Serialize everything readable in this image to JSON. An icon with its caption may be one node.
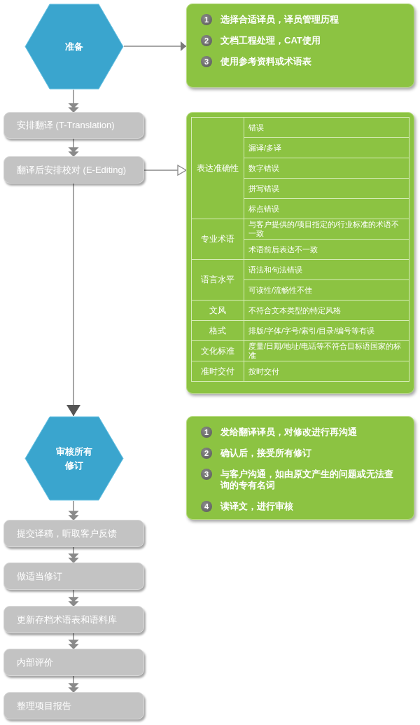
{
  "diagram": {
    "nodes": [
      {
        "text": [
          "准备"
        ]
      },
      {
        "text": [
          "1",
          "选择合适译员，译员管理历程",
          "2",
          "文档工程处理，CAT使用",
          "3",
          "使用参考资料或术语表"
        ]
      },
      {
        "text": [
          "安排翻译 (T-Translation)"
        ]
      },
      {
        "text": [
          "翻译后安排校对 (E-Editing)"
        ]
      },
      {
        "text": [],
        "shape": "box"
      },
      {
        "text": [
          "审核所有修订"
        ]
      },
      {
        "text": [
          "1",
          "发给翻译译员，对修改进行再沟通",
          "2",
          "确认后，接受所有修订",
          "3",
          "与客户沟通，如由原文产生的问题或无法查询的专有名词",
          "4",
          "读译文，进行审核"
        ]
      },
      {
        "text": [
          "提交译稿，听取客户反馈"
        ]
      },
      {
        "text": [
          "做适当修订"
        ]
      },
      {
        "text": [
          "更新存档术语表和语料库"
        ]
      },
      {
        "text": [
          "内部评价"
        ]
      },
      {
        "text": [
          "整理项目报告"
        ]
      }
    ],
    "edges": [
      {
        "from": 0,
        "to": 1,
        "arrow": "to"
      },
      {
        "from": 0,
        "to": 2,
        "arrow": "to"
      },
      {
        "from": 2,
        "to": 3,
        "arrow": "to"
      },
      {
        "from": 3,
        "to": 4,
        "arrow": "to"
      },
      {
        "from": 3,
        "to": 5,
        "arrow": "to"
      },
      {
        "from": 5,
        "to": 7,
        "arrow": "to"
      },
      {
        "from": 7,
        "to": 8,
        "arrow": "to"
      },
      {
        "from": 8,
        "to": 9,
        "arrow": "to"
      },
      {
        "from": 9,
        "to": 10,
        "arrow": "to"
      },
      {
        "from": 10,
        "to": 11,
        "arrow": "to"
      }
    ],
    "labels": [
      "表达准确性",
      "错误",
      "漏译/多译",
      "数字错误",
      "拼写错误",
      "标点错误",
      "专业术语",
      "与客户提供的/项目指定的/行业标准的术语不一致",
      "术语前后表达不一致",
      "语言水平",
      "语法和句法错误",
      "可读性/流畅性不佳",
      "文风",
      "不符合文本类型的特定风格",
      "格式",
      "排版/字体/字号/索引/目录/编号等有误",
      "文化标准",
      "度量/日期/地址/电话等不符合目标语国家的标准",
      "准时交付",
      "按时交付"
    ]
  }
}
